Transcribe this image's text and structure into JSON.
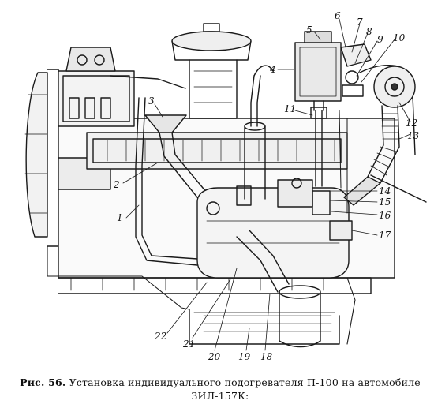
{
  "callouts": [
    "1",
    "2",
    "3",
    "4",
    "5",
    "6",
    "7",
    "8",
    "9",
    "10",
    "11",
    "12",
    "13",
    "14",
    "15",
    "16",
    "17",
    "18",
    "19",
    "20",
    "21",
    "22"
  ],
  "caption": {
    "label": "Рис. 56.",
    "text": "Установка индивидуального подогревателя П-100 на автомобиле ЗИЛ-157К:"
  }
}
